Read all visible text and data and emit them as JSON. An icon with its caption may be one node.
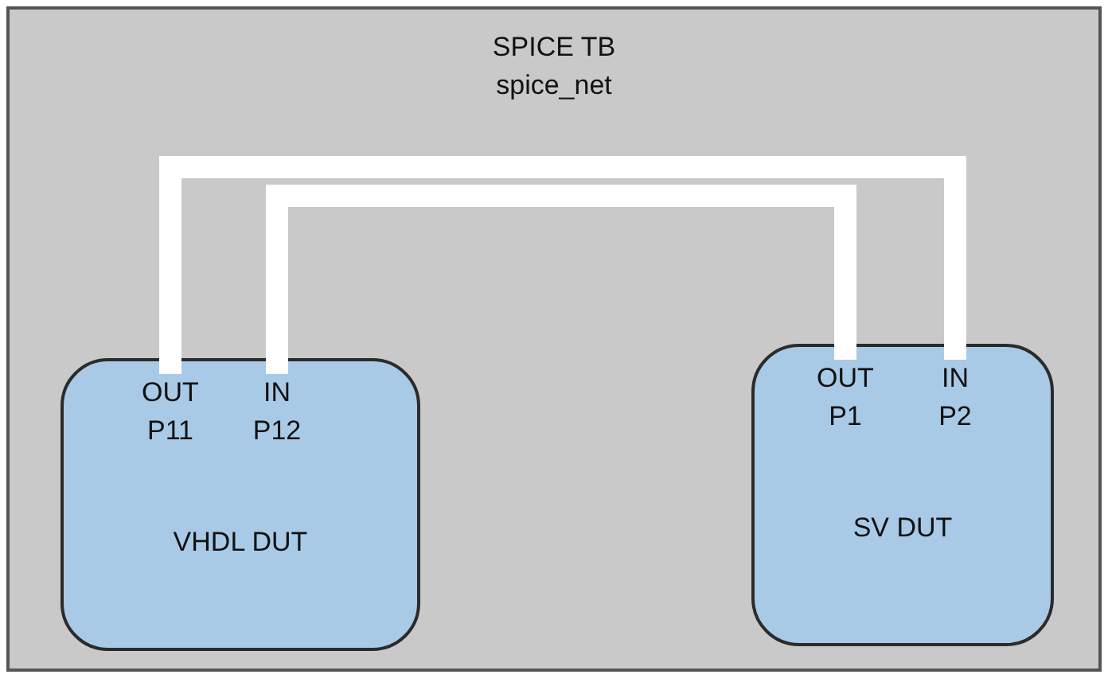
{
  "diagram": {
    "nodes": [
      {
        "text": [
          "SPICE TB",
          "spice_net"
        ]
      },
      {
        "text": [
          "VHDL DUT"
        ],
        "in": 0
      },
      {
        "text": [
          "OUT P11"
        ],
        "in": 1
      },
      {
        "text": [
          "IN P12"
        ],
        "in": 1
      },
      {
        "text": [
          "SV DUT"
        ],
        "in": 0
      },
      {
        "text": [
          "OUT P1"
        ],
        "in": 4
      },
      {
        "text": [
          "IN P2"
        ],
        "in": 4
      }
    ],
    "edges": [
      {
        "from": 2,
        "to": 6,
        "arrow": "none"
      },
      {
        "from": 3,
        "to": 5,
        "arrow": "none"
      }
    ]
  }
}
